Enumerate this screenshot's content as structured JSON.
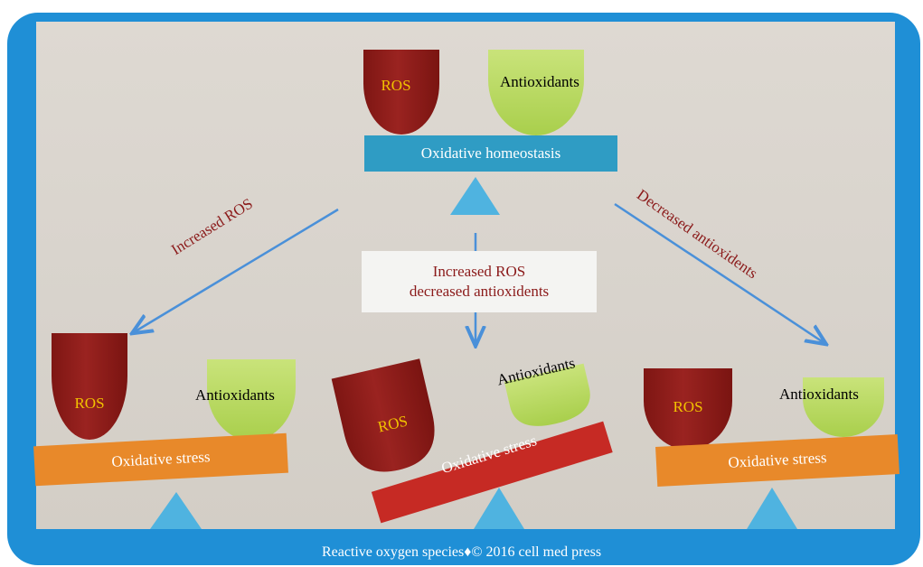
{
  "top": {
    "ros_label": "ROS",
    "antioxidants_label": "Antioxidants",
    "beam_label": "Oxidative homeostasis"
  },
  "arrows": {
    "left_label": "Increased ROS",
    "right_label": "Decreased antioxidents",
    "center_line1": "Increased ROS",
    "center_line2": "decreased antioxidents"
  },
  "bottom_left": {
    "ros_label": "ROS",
    "antioxidants_label": "Antioxidants",
    "beam_label": "Oxidative stress"
  },
  "bottom_center": {
    "ros_label": "ROS",
    "antioxidants_label": "Antioxidants",
    "beam_label": "Oxidative stress"
  },
  "bottom_right": {
    "ros_label": "ROS",
    "antioxidants_label": "Antioxidants",
    "beam_label": "Oxidative stress"
  },
  "footer": "Reactive oxygen species♦© 2016 cell med press",
  "colors": {
    "frame": "#1f8fd6",
    "ros": "#8b1f1c",
    "antioxidants": "#b5d65a",
    "beam_teal": "#2f9cc4",
    "beam_orange": "#e8892a",
    "beam_red": "#c62a24",
    "fulcrum": "#4fb3e0",
    "arrow": "#4a90d9",
    "label_red": "#8b1a1a"
  }
}
